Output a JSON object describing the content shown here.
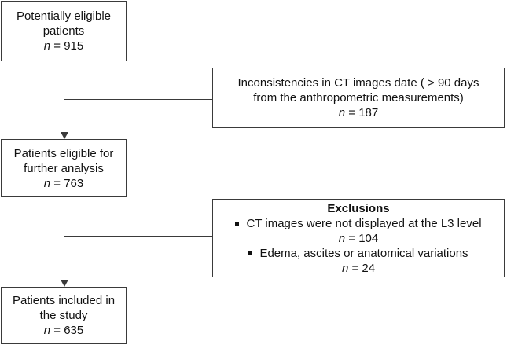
{
  "boxes": {
    "potential": {
      "line1": "Potentially eligible",
      "line2": "patients",
      "n_prefix": "n",
      "n_value": " = 915"
    },
    "inconsistencies": {
      "line1": "Inconsistencies in CT images date ( > 90 days",
      "line2": "from the anthropometric measurements)",
      "n_prefix": "n",
      "n_value": " = 187"
    },
    "eligible": {
      "line1": "Patients eligible for",
      "line2": "further analysis",
      "n_prefix": "n",
      "n_value": " = 763"
    },
    "exclusions": {
      "title": "Exclusions",
      "item1": "CT images were not displayed at the L3 level",
      "item1_n_prefix": "n",
      "item1_n_value": " = 104",
      "item2": "Edema, ascites or anatomical variations",
      "item2_n_prefix": "n",
      "item2_n_value": " = 24"
    },
    "included": {
      "line1": "Patients included in",
      "line2": "the study",
      "n_prefix": "n",
      "n_value": " = 635"
    }
  }
}
